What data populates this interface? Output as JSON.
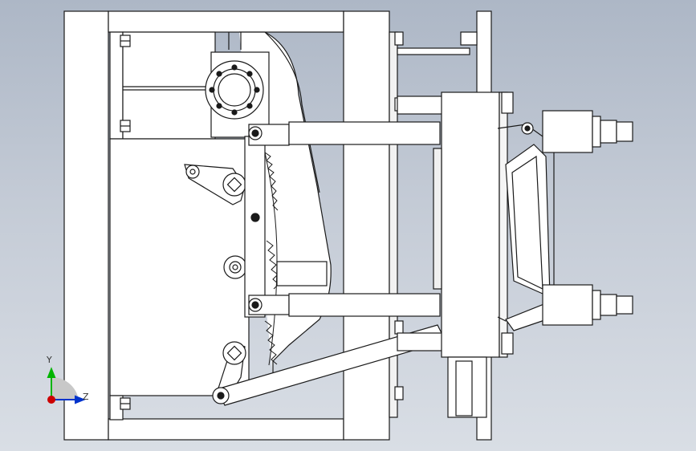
{
  "viewport": {
    "background_top": "#adb7c6",
    "background_bottom": "#d9dee5",
    "line_color": "#1a1a1a",
    "part_fill": "#ffffff",
    "shadow_fill": "#e6e6e6"
  },
  "triad": {
    "y_label": "Y",
    "z_label": "Z",
    "y_color": "#00b400",
    "z_color": "#0033cc",
    "x_color": "#cc0000"
  },
  "icons": [
    "mechanism-assembly-drawing",
    "coordinate-triad-icon"
  ]
}
